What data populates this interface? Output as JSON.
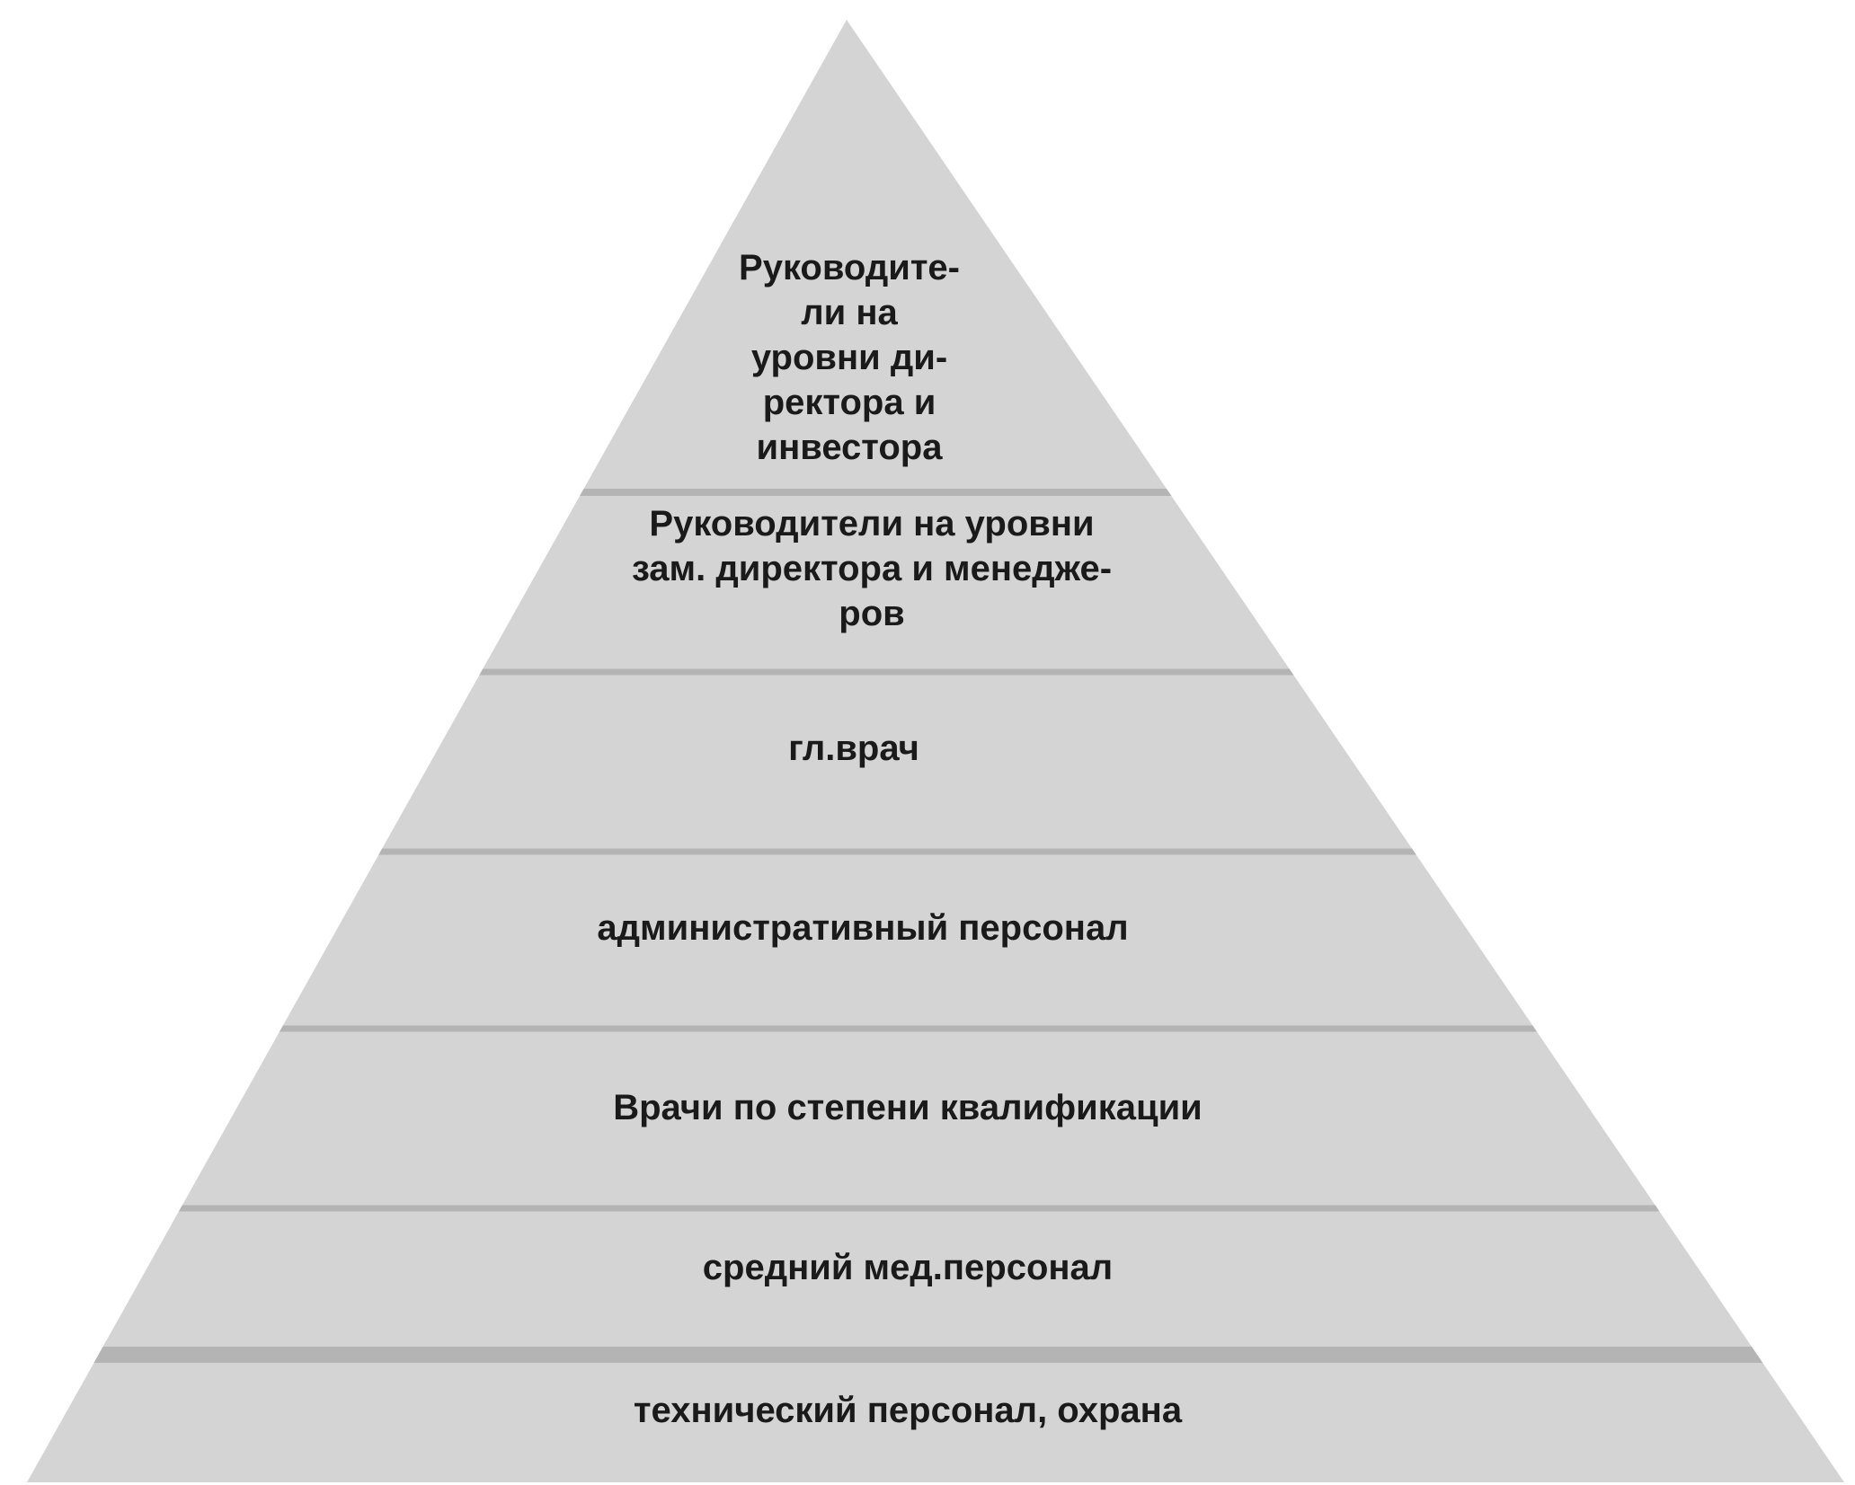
{
  "diagram": {
    "type": "pyramid",
    "fill_color": "#d4d4d4",
    "divider_color": "#b4b4b4",
    "text_color": "#1a1a1a",
    "levels": [
      {
        "label": "Руководите-\nли на\nуровни ди-\nректора и\nинвестора"
      },
      {
        "label": "Руководители на уровни\nзам. директора и менедже-\nров"
      },
      {
        "label": "гл.врач"
      },
      {
        "label": "административный персонал"
      },
      {
        "label": "Врачи по степени квалификации"
      },
      {
        "label": "средний мед.персонал"
      },
      {
        "label": "технический персонал, охрана"
      }
    ]
  }
}
